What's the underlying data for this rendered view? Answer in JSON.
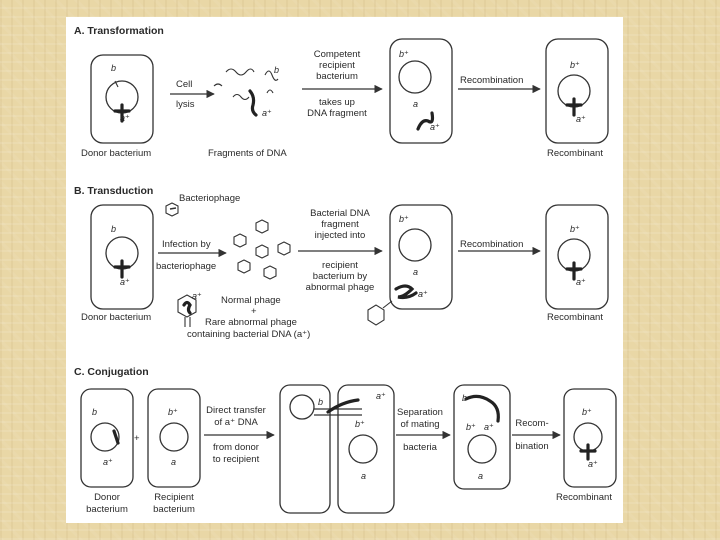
{
  "sections": {
    "transformation": {
      "title": "A. Transformation",
      "donor_label": "Donor bacterium",
      "gene_b": "b",
      "gene_a_plus": "a⁺",
      "step1_top": "Cell",
      "step1_bottom": "lysis",
      "fragments_label": "Fragments of DNA",
      "step2_top_1": "Competent",
      "step2_top_2": "recipient",
      "step2_top_3": "bacterium",
      "step2_bottom_1": "takes up",
      "step2_bottom_2": "DNA fragment",
      "recipient_gene_b_plus": "b⁺",
      "recipient_gene_a": "a",
      "step3": "Recombination",
      "recombinant_label": "Recombinant"
    },
    "transduction": {
      "title": "B. Transduction",
      "phage_label": "Bacteriophage",
      "donor_label": "Donor bacterium",
      "gene_b": "b",
      "gene_a_plus": "a⁺",
      "step1_top": "Infection by",
      "step1_bottom": "bacteriophage",
      "normal_phage_1": "Normal phage",
      "normal_phage_2": "+",
      "normal_phage_3": "Rare abnormal phage",
      "normal_phage_4": "containing bacterial DNA (a⁺)",
      "step2_top_1": "Bacterial DNA",
      "step2_top_2": "fragment",
      "step2_top_3": "injected into",
      "step2_bottom_1": "recipient",
      "step2_bottom_2": "bacterium by",
      "step2_bottom_3": "abnormal phage",
      "recipient_gene_b_plus": "b⁺",
      "recipient_gene_a": "a",
      "step3": "Recombination",
      "recombinant_label": "Recombinant"
    },
    "conjugation": {
      "title": "C. Conjugation",
      "donor_label_1": "Donor",
      "donor_label_2": "bacterium",
      "recipient_label_1": "Recipient",
      "recipient_label_2": "bacterium",
      "plus_sign": "+",
      "gene_b": "b",
      "gene_a_plus": "a⁺",
      "gene_b_plus": "b⁺",
      "gene_a": "a",
      "step1_top_1": "Direct transfer",
      "step1_top_2": "of a⁺ DNA",
      "step1_bottom_1": "from donor",
      "step1_bottom_2": "to recipient",
      "step2_top_1": "Separation",
      "step2_top_2": "of mating",
      "step2_bottom": "bacteria",
      "step3_top": "Recom-",
      "step3_bottom": "bination",
      "recombinant_label": "Recombinant"
    }
  }
}
